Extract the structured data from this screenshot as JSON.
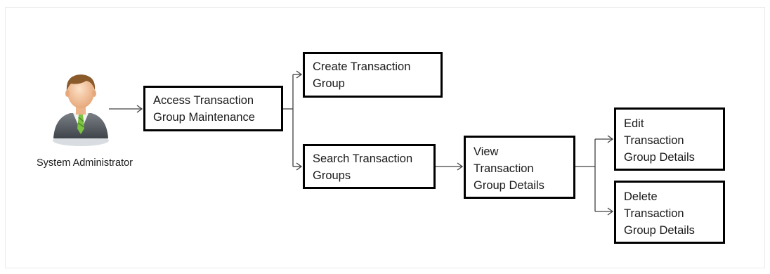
{
  "actor": {
    "label": "System Administrator",
    "icon": "user-avatar-icon"
  },
  "boxes": {
    "access": {
      "lines": [
        "Access Transaction",
        "Group Maintenance"
      ]
    },
    "create": {
      "lines": [
        "Create Transaction",
        "Group"
      ]
    },
    "search": {
      "lines": [
        "Search Transaction",
        "Groups"
      ]
    },
    "view": {
      "lines": [
        "View",
        "Transaction",
        "Group Details"
      ]
    },
    "edit": {
      "lines": [
        "Edit",
        "Transaction",
        "Group Details"
      ]
    },
    "delete": {
      "lines": [
        "Delete",
        "Transaction",
        "Group Details"
      ]
    }
  },
  "colors": {
    "box_border": "#000000",
    "connector": "#404040",
    "frame_border": "#ececec"
  }
}
